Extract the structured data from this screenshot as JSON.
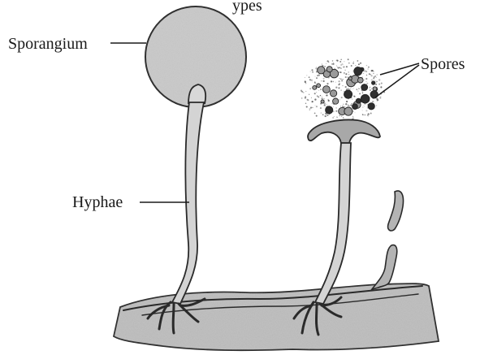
{
  "labels": {
    "top_partial": "ypes",
    "sporangium": "Sporangium",
    "spores": "Spores",
    "hyphae": "Hyphae"
  },
  "colors": {
    "sporangium_fill": "#c9c9c9",
    "stalk_fill": "#d4d4d4",
    "substrate_fill": "#bdbdbd",
    "outline": "#2a2a2a"
  }
}
